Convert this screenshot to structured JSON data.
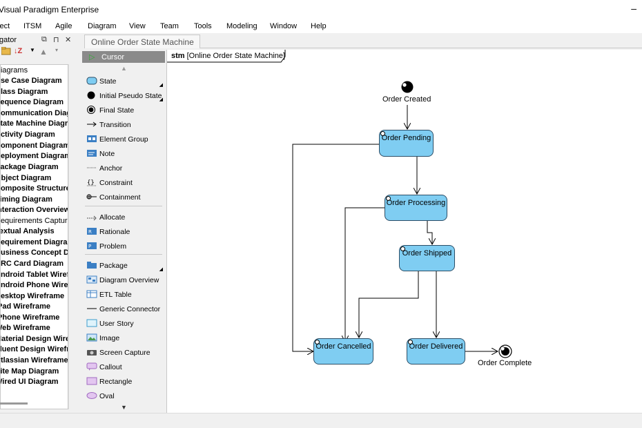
{
  "window": {
    "title": "Visual Paradigm Enterprise",
    "minimize": "–"
  },
  "menu": [
    {
      "label": "Project"
    },
    {
      "label": "ITSM"
    },
    {
      "label": "Agile"
    },
    {
      "label": "Diagram"
    },
    {
      "label": "View"
    },
    {
      "label": "Team"
    },
    {
      "label": "Tools"
    },
    {
      "label": "Modeling"
    },
    {
      "label": "Window"
    },
    {
      "label": "Help"
    }
  ],
  "navigator": {
    "title": "Navigator",
    "controls": [
      "⧉",
      "⊓",
      "✕"
    ],
    "tree": [
      {
        "label": "Diagrams",
        "bold": false
      },
      {
        "label": "Use Case Diagram",
        "bold": true
      },
      {
        "label": "Class Diagram",
        "bold": true
      },
      {
        "label": "Sequence Diagram",
        "bold": true
      },
      {
        "label": "Communication Diagram",
        "bold": true
      },
      {
        "label": "State Machine Diagram",
        "bold": true
      },
      {
        "label": "Activity Diagram",
        "bold": true
      },
      {
        "label": "Component Diagram",
        "bold": true
      },
      {
        "label": "Deployment Diagram",
        "bold": true
      },
      {
        "label": "Package Diagram",
        "bold": true
      },
      {
        "label": "Object Diagram",
        "bold": true
      },
      {
        "label": "Composite Structure Diagram",
        "bold": true
      },
      {
        "label": "Timing Diagram",
        "bold": true
      },
      {
        "label": "Interaction Overview Diagram",
        "bold": true
      },
      {
        "label": "Requirements Capturing",
        "bold": false
      },
      {
        "label": "Textual Analysis",
        "bold": true
      },
      {
        "label": "Requirement Diagram",
        "bold": true
      },
      {
        "label": "Business Concept Diagram",
        "bold": true
      },
      {
        "label": "CRC Card Diagram",
        "bold": true
      },
      {
        "label": "Android Tablet Wireframe",
        "bold": true
      },
      {
        "label": "Android Phone Wireframe",
        "bold": true
      },
      {
        "label": "Desktop Wireframe",
        "bold": true
      },
      {
        "label": "iPad Wireframe",
        "bold": true
      },
      {
        "label": "iPhone Wireframe",
        "bold": true
      },
      {
        "label": "Web Wireframe",
        "bold": true
      },
      {
        "label": "Material Design Wireframe",
        "bold": true
      },
      {
        "label": "Fluent Design Wireframe",
        "bold": true
      },
      {
        "label": "Atlassian Wireframe",
        "bold": true
      },
      {
        "label": "Site Map Diagram",
        "bold": true
      },
      {
        "label": "Wired UI Diagram",
        "bold": true
      }
    ]
  },
  "palette": {
    "cursor": "Cursor",
    "items": [
      {
        "label": "State",
        "icon": "state-icon"
      },
      {
        "label": "Initial Pseudo State",
        "icon": "initial-pseudo-state-icon"
      },
      {
        "label": "Final State",
        "icon": "final-state-icon"
      },
      {
        "label": "Transition",
        "icon": "transition-icon"
      },
      {
        "label": "Element Group",
        "icon": "element-group-icon"
      },
      {
        "label": "Note",
        "icon": "note-icon"
      },
      {
        "label": "Anchor",
        "icon": "anchor-icon"
      },
      {
        "label": "Constraint",
        "icon": "constraint-icon"
      },
      {
        "label": "Containment",
        "icon": "containment-icon"
      },
      {
        "label": "Allocate",
        "icon": "allocate-icon"
      },
      {
        "label": "Rationale",
        "icon": "rationale-icon"
      },
      {
        "label": "Problem",
        "icon": "problem-icon"
      },
      {
        "label": "Package",
        "icon": "package-icon"
      },
      {
        "label": "Diagram Overview",
        "icon": "diagram-overview-icon"
      },
      {
        "label": "ETL Table",
        "icon": "etl-table-icon"
      },
      {
        "label": "Generic Connector",
        "icon": "generic-connector-icon"
      },
      {
        "label": "User Story",
        "icon": "user-story-icon"
      },
      {
        "label": "Image",
        "icon": "image-icon"
      },
      {
        "label": "Screen Capture",
        "icon": "screen-capture-icon"
      },
      {
        "label": "Callout",
        "icon": "callout-icon"
      },
      {
        "label": "Rectangle",
        "icon": "rectangle-icon"
      },
      {
        "label": "Oval",
        "icon": "oval-icon"
      }
    ]
  },
  "tab": {
    "label": "Online Order State Machine"
  },
  "diagram": {
    "frame_keyword": "stm",
    "frame_name": "[Online Order State Machine]",
    "initial_label": "Order Created",
    "final_label": "Order Complete",
    "states": [
      {
        "id": "pending",
        "name": "Order Pending"
      },
      {
        "id": "processing",
        "name": "Order Processing"
      },
      {
        "id": "shipped",
        "name": "Order Shipped"
      },
      {
        "id": "cancelled",
        "name": "Order Cancelled"
      },
      {
        "id": "delivered",
        "name": "Order Delivered"
      }
    ],
    "colors": {
      "state_fill": "#7fcdf2",
      "state_border": "#2b4d66"
    }
  }
}
